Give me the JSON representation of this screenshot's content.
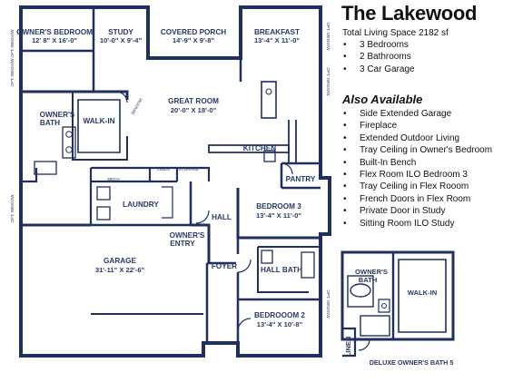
{
  "plan": {
    "title": "The Lakewood",
    "living_space": "Total Living Space 2182 sf",
    "features": [
      "3 Bedrooms",
      "2 Bathrooms",
      "3 Car Garage"
    ],
    "also_available_heading": "Also Available",
    "options": [
      "Side Extended Garage",
      "Fireplace",
      "Extended Outdoor Living",
      "Tray Ceiling in Owner's Bedroom",
      "Built-In Bench",
      "Flex Room ILO Bedroom 3",
      "Tray Ceiling in Flex Rooom",
      "French Doors in Flex Room",
      "Private Door in Study",
      "Sitting Room ILO Study"
    ],
    "bullet": "•"
  },
  "rooms": {
    "owners_bedroom": {
      "name": "OWNER'S BEDROOM",
      "size": "12' 8\" X 16'-0\""
    },
    "study": {
      "name": "STUDY",
      "size": "10'-0\" X 9'-4\""
    },
    "covered_porch": {
      "name": "COVERED PORCH",
      "size": "14'-9\" X 9'-8\""
    },
    "breakfast": {
      "name": "BREAKFAST",
      "size": "13'-4\" X 11'-0\""
    },
    "great_room": {
      "name": "GREAT ROOM",
      "size": "20'-0\" X 18'-0\""
    },
    "owners_bath": {
      "line1": "OWNER'S",
      "line2": "BATH"
    },
    "walk_in": {
      "name": "WALK-IN"
    },
    "kitchen": {
      "name": "KITCHEN"
    },
    "pantry": {
      "name": "PANTRY"
    },
    "laundry": {
      "name": "LAUNDRY"
    },
    "bedroom3": {
      "name": "BEDROOM 3",
      "size": "13'-4\" X 11'-0\""
    },
    "hall": {
      "name": "HALL"
    },
    "owners_entry": {
      "line1": "OWNER'S",
      "line2": "ENTRY"
    },
    "garage": {
      "name": "GARAGE",
      "size": "31'-11\" X 22'-6\""
    },
    "foyer": {
      "name": "FOYER"
    },
    "hall_bath": {
      "name": "HALL BATH"
    },
    "bedroom2": {
      "name": "BEDROOOM 2",
      "size": "13'-4\" X 10'-8\""
    },
    "linen": {
      "name": "LINEN"
    },
    "storage": {
      "name": "STORAGE"
    },
    "mech": {
      "name": "MECH"
    }
  },
  "window_labels": {
    "opt_window": "OPT. WINDOW",
    "window_tiny": "WINDOW"
  },
  "deluxe_bath": {
    "owners_bath_line1": "OWNER'S",
    "owners_bath_line2": "BATH",
    "walk_in": "WALK-IN",
    "linen": "LINEN",
    "caption": "DELUXE OWNER'S BATH 5"
  },
  "colors": {
    "wall": "#1f2f5e",
    "label": "#2a3a64",
    "text": "#111111"
  }
}
